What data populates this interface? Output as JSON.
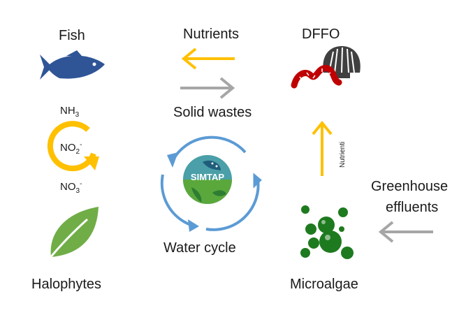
{
  "labels": {
    "fish": "Fish",
    "nutrients": "Nutrients",
    "dffo": "DFFO",
    "solid_wastes": "Solid wastes",
    "water_cycle": "Water cycle",
    "halophytes": "Halophytes",
    "microalgae": "Microalgae",
    "greenhouse": "Greenhouse",
    "effluents": "effluents",
    "nutrienti": "Nutrienti"
  },
  "nitrogen": {
    "nh3": "NH",
    "nh3_sub": "3",
    "no2": "NO",
    "no2_sub": "2",
    "no2_sup": "-",
    "no3": "NO",
    "no3_sub": "3",
    "no3_sup": "-"
  },
  "logo": {
    "text": "SIMTAP"
  },
  "icons": [
    "fish-icon",
    "worm-shell-icon",
    "nitrogen-cycle-icon",
    "leaf-icon",
    "water-cycle-icon",
    "microalgae-icon"
  ],
  "colors": {
    "yellow": "#FFC000",
    "gray": "#A6A6A6",
    "blue": "#5B9BD5",
    "fish": "#2F5597",
    "leaf": "#70AD47",
    "algae": "#1E7A1E",
    "worm": "#C00000",
    "shell": "#404040"
  }
}
